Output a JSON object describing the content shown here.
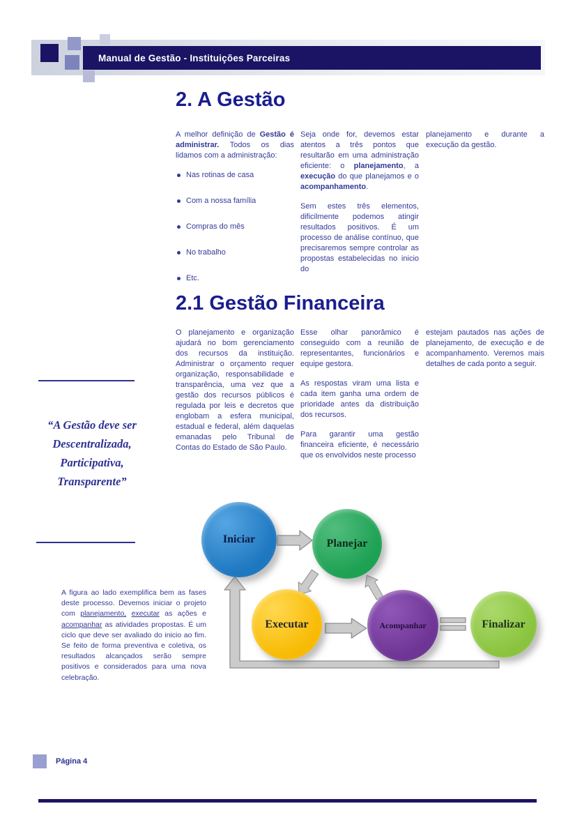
{
  "header": {
    "title": "Manual de Gestão - Instituições Parceiras",
    "bar_color": "#1b1464"
  },
  "headings": {
    "h1": "2. A Gestão",
    "h2": "2.1 Gestão Financeira"
  },
  "s1": {
    "col1": {
      "lead_pre": "A melhor definição de ",
      "lead_bold": "Gestão é administrar.",
      "lead_post": " Todos os dias lidamos com a administração:",
      "bullets": [
        "Nas rotinas de casa",
        "Com a nossa família",
        "Compras do mês",
        "No trabalho",
        "Etc."
      ]
    },
    "col2": {
      "p1a": "Seja onde for, devemos estar atentos a três pontos que resultarão em uma administração eficiente: o ",
      "p1b": "planejamento",
      "p1c": ", a ",
      "p1d": "execução",
      "p1e": " do que planejamos e o ",
      "p1f": "acompanhamento",
      "p1g": ".",
      "p2": "Sem estes três elementos, dificilmente podemos atingir resultados positivos. É um processo de análise contínuo, que precisaremos sempre controlar as propostas estabelecidas no inicio do"
    },
    "col3": {
      "p1": "planejamento e durante a execução da gestão."
    }
  },
  "s2": {
    "col1": {
      "p1": "O planejamento e organização ajudará no bom gerenciamento dos recursos da instituição. Administrar o orçamento requer organização, responsabilidade e transparência, uma vez que a gestão dos recursos públicos é regulada por leis e decretos que englobam a esfera municipal, estadual e federal, além daquelas emanadas pelo Tribunal de Contas do Estado de São Paulo."
    },
    "col2": {
      "p1": "Esse olhar panorâmico é conseguido com a reunião de representantes, funcionários e equipe gestora.",
      "p2": "As respostas viram uma lista e cada item ganha uma ordem de prioridade antes da distribuição dos recursos.",
      "p3": "Para garantir uma gestão financeira eficiente, é necessário que os envolvidos neste processo"
    },
    "col3": {
      "p1": "estejam pautados nas ações de planejamento, de execução e de acompanhamento. Veremos mais detalhes de cada ponto a seguir."
    }
  },
  "quote": {
    "lines": [
      "“A Gestão deve ser",
      "Descentralizada,",
      "Participativa,",
      "Transparente”"
    ],
    "color": "#2e3192"
  },
  "sidenote": {
    "a": "A figura ao lado exemplifica bem as fases deste processo. Devemos iniciar o projeto com ",
    "b": "planejamento,",
    "c": " ",
    "d": "executar",
    "e": " as ações e ",
    "f": "acompanhar",
    "g": " as atividades propostas.  É um ciclo que deve ser avaliado do inicio ao fim. Se feito de forma preventiva e coletiva, os resultados alcançados serão sempre positivos e considerados para uma nova celebração."
  },
  "diagram": {
    "nodes": [
      {
        "label": "Iniciar",
        "color": "#1e78c0",
        "color_light": "#55a5e2"
      },
      {
        "label": "Planejar",
        "color": "#1da153",
        "color_light": "#52bd7e"
      },
      {
        "label": "Executar",
        "color": "#f8bb05",
        "color_light": "#ffd84f"
      },
      {
        "label": "Acompanhar",
        "color": "#6f3595",
        "color_light": "#9157b8"
      },
      {
        "label": "Finalizar",
        "color": "#8ac43f",
        "color_light": "#abd96c"
      }
    ],
    "arrow_color": "#cbcbcb"
  },
  "footer": {
    "page_label": "Página 4",
    "square_color": "#999fd0"
  }
}
